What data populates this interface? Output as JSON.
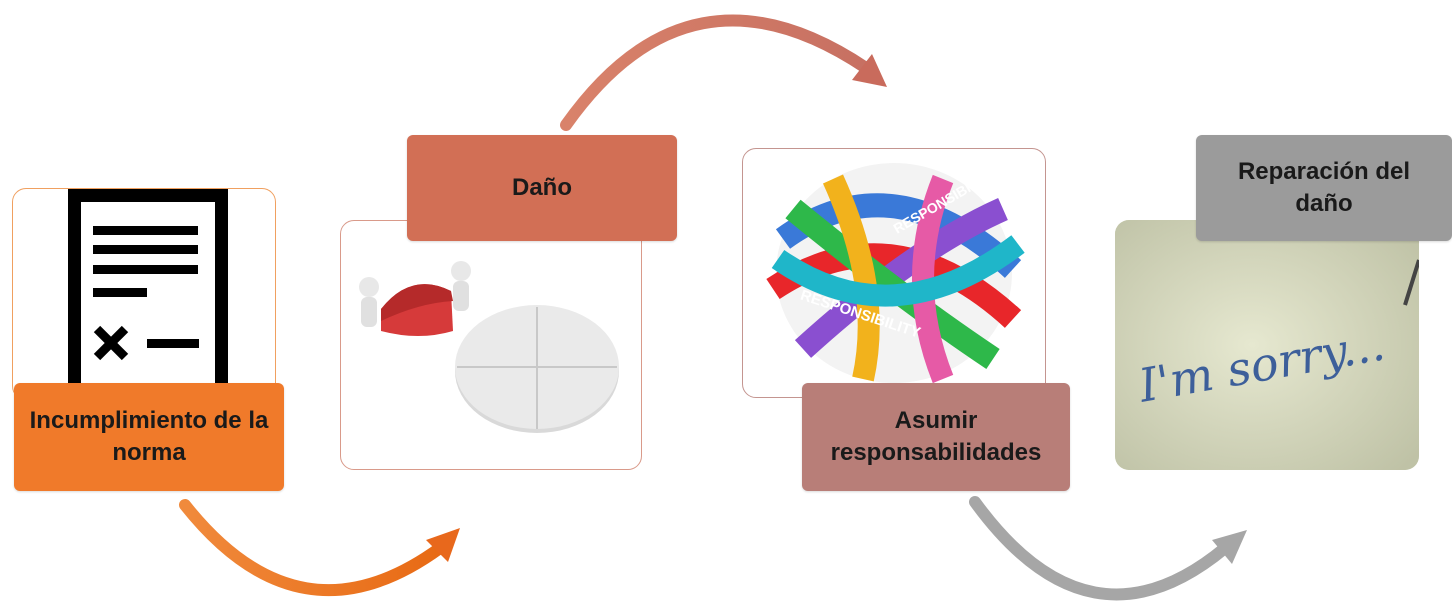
{
  "steps": [
    {
      "label": "Incumplimiento de la norma",
      "color": "#f07a2a",
      "image": "document-x-icon"
    },
    {
      "label": "Daño",
      "color": "#d26f55",
      "image": "puzzle-figures-image"
    },
    {
      "label": "Asumir responsabilidades",
      "color": "#b87e78",
      "image": "responsibility-ribbons-image"
    },
    {
      "label": "Reparación del daño",
      "color": "#9b9b9b",
      "image": "im-sorry-note-image"
    }
  ],
  "ribbon_text": "RESPONSIBILITY",
  "note_text": "I'm sorry..."
}
